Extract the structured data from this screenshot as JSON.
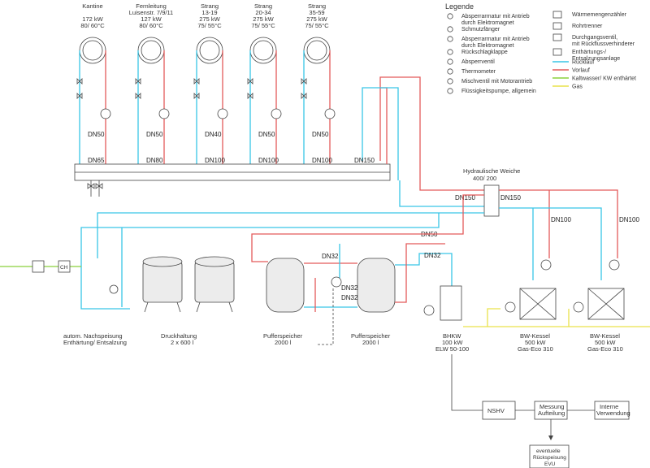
{
  "consumers": [
    {
      "name": "Kantine",
      "sub": "",
      "power": "172 kW",
      "temp": "80/ 60°C",
      "dn": "DN50",
      "dn_low": "DN65"
    },
    {
      "name": "Fernleitung",
      "sub": "Luisenstr. 7/9/11",
      "power": "127 kW",
      "temp": "80/ 60°C",
      "dn": "DN50",
      "dn_low": "DN80"
    },
    {
      "name": "Strang",
      "sub": "13-19",
      "power": "275 kW",
      "temp": "75/ 55°C",
      "dn": "DN40",
      "dn_low": "DN100"
    },
    {
      "name": "Strang",
      "sub": "20-34",
      "power": "275 kW",
      "temp": "75/ 55°C",
      "dn": "DN50",
      "dn_low": "DN100"
    },
    {
      "name": "Strang",
      "sub": "35-59",
      "power": "275 kW",
      "temp": "75/ 55°C",
      "dn": "DN50",
      "dn_low": "DN100"
    }
  ],
  "pipe_labels": {
    "header_dn": "DN150",
    "weiche_left": "DN150",
    "weiche_right": "DN150",
    "boiler1": "DN100",
    "boiler2": "DN100",
    "return_main": "DN50",
    "buffer_top": "DN32",
    "bhkw_top": "DN32",
    "buffer_mid1": "DN32",
    "buffer_mid2": "DN32"
  },
  "weiche": {
    "title": "Hydraulische Weiche",
    "size": "400/ 200"
  },
  "components": {
    "nachspeisung": {
      "line1": "autom. Nachspeisung",
      "line2": "Enthärtung/ Entsalzung"
    },
    "druckhaltung": {
      "line1": "Druckhaltung",
      "line2": "2 x 600 l"
    },
    "puffer1": {
      "line1": "Pufferspeicher",
      "line2": "2000 l"
    },
    "puffer2": {
      "line1": "Pufferspeicher",
      "line2": "2000 l"
    },
    "bhkw": {
      "line1": "BHKW",
      "line2": "100 kW",
      "line3": "ELW 50-100"
    },
    "kessel1": {
      "line1": "BW-Kessel",
      "line2": "500 kW",
      "line3": "Gas-Eco 310"
    },
    "kessel2": {
      "line1": "BW-Kessel",
      "line2": "500 kW",
      "line3": "Gas-Eco 310"
    }
  },
  "electrical": {
    "nshv": "NSHV",
    "messung1": "Messung",
    "messung2": "Aufteilung",
    "interne1": "Interne",
    "interne2": "Verwendung",
    "evu1": "eventuelle",
    "evu2": "Rückspeisung",
    "evu3": "EVU"
  },
  "legend": {
    "title": "Legende",
    "left": [
      {
        "icon": "motor-valve-icon",
        "line1": "Absperrarmatur mit Antrieb",
        "line2": "durch Elektromagnet"
      },
      {
        "icon": "strainer-icon",
        "line1": "Schmutzfänger",
        "line2": ""
      },
      {
        "icon": "motor-valve-icon",
        "line1": "Absperrarmatur mit Antrieb",
        "line2": "durch Elektromagnet"
      },
      {
        "icon": "check-flap-icon",
        "line1": "Rückschlagklappe",
        "line2": ""
      },
      {
        "icon": "shutoff-valve-icon",
        "line1": "Absperrventil",
        "line2": ""
      },
      {
        "icon": "thermometer-icon",
        "line1": "Thermometer",
        "line2": ""
      },
      {
        "icon": "mixing-valve-icon",
        "line1": "Mischventil mit Motorantrieb",
        "line2": ""
      },
      {
        "icon": "pump-icon",
        "line1": "Flüssigkeitspumpe, allgemein",
        "line2": ""
      }
    ],
    "right": [
      {
        "icon": "heat-meter-icon",
        "line1": "Wärmemengenzähler",
        "line2": ""
      },
      {
        "icon": "pipe-separator-icon",
        "line1": "Rohrtrenner",
        "line2": ""
      },
      {
        "icon": "straight-valve-icon",
        "line1": "Durchgangsventil,",
        "line2": "mit Rückflussverhinderer"
      },
      {
        "icon": "softener-icon",
        "line1": "Enthärtungs-/",
        "line2": "Entsalzungsanlage"
      }
    ],
    "lines": [
      {
        "label": "Rücklauf",
        "color": "#39c5e6"
      },
      {
        "label": "Vorlauf",
        "color": "#e35a5a"
      },
      {
        "label": "Kaltwasser/ KW enthärtet",
        "color": "#8bd13c"
      },
      {
        "label": "Gas",
        "color": "#e9e24a"
      }
    ],
    "softener_code": "CH"
  }
}
